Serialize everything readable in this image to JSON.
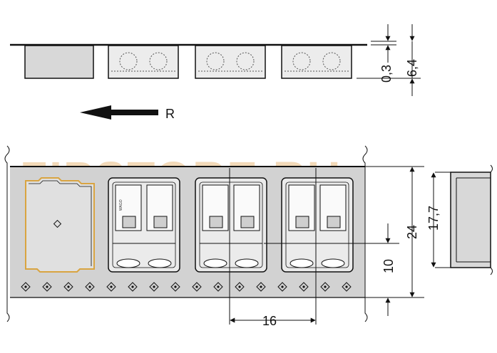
{
  "watermark": "ZIPSTORE.RU",
  "direction_label": "R",
  "dimensions": {
    "height_total": "6,4",
    "height_offset": "0,3",
    "width_pitch": "16",
    "height_tape": "24",
    "height_pocket": "17,7",
    "height_lower": "10"
  },
  "colors": {
    "tape": "#d2d2d2",
    "pocket": "#e7e7e7",
    "outline": "#111111",
    "watermark": "#f2d9b8",
    "highlight": "#d9a441"
  }
}
